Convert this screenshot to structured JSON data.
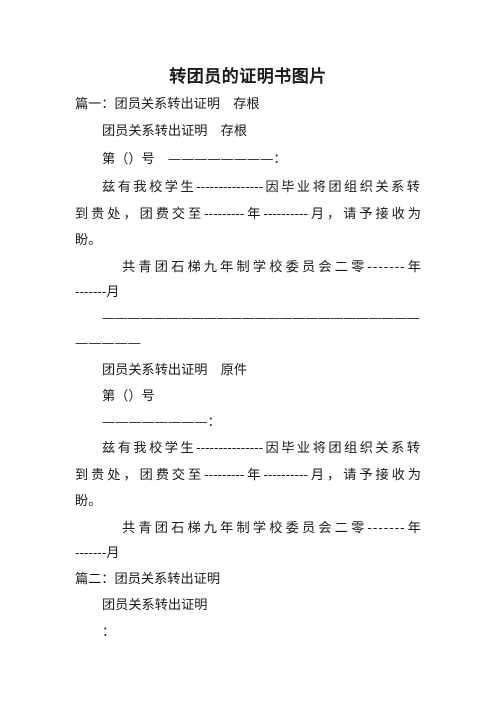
{
  "title": "转团员的证明书图片",
  "part1_heading": "篇一：团员关系转出证明　存根",
  "stub_title": "团员关系转出证明　存根",
  "stub_no": "第（）号　————————：",
  "stub_body_1": "兹有我校学生---------------因毕业将团组织关系转",
  "stub_body_2": "到贵处，团费交至---------年----------月，请予接收为",
  "stub_body_3": "盼。",
  "stub_sign_1": "共青团石梯九年制学校委员会二零-------年",
  "stub_sign_2": "-------月",
  "separator_1": "——————————————————————————",
  "separator_2": "—————",
  "orig_title": "团员关系转出证明　原件",
  "orig_no": "第（）号",
  "orig_blank": "————————：",
  "orig_body_1": "兹有我校学生---------------因毕业将团组织关系转",
  "orig_body_2": "到贵处，团费交至---------年----------月，请予接收为",
  "orig_body_3": "盼。",
  "orig_sign_1": "共青团石梯九年制学校委员会二零-------年",
  "orig_sign_2": "-------月",
  "part2_heading": "篇二：团员关系转出证明",
  "part2_title": "团员关系转出证明",
  "part2_colon": "："
}
